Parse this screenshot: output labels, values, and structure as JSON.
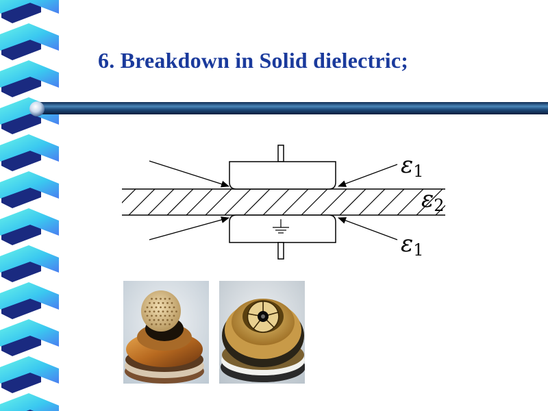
{
  "slide": {
    "title": "6. Breakdown in Solid dielectric;"
  },
  "diagram": {
    "labels": [
      {
        "symbol": "ε",
        "subscript": "1"
      },
      {
        "symbol": "ε",
        "subscript": "2"
      },
      {
        "symbol": "ε",
        "subscript": "1"
      }
    ]
  },
  "photos": [
    {
      "subject": "cable-cross-section-stranded-conductor"
    },
    {
      "subject": "cable-cross-section-segmented-conductor"
    }
  ],
  "colors": {
    "title": "#1a3a9c",
    "ribbon_light": "#40e8e0",
    "ribbon_mid": "#4aa0f0",
    "ribbon_dark": "#1a2a80",
    "rule": "#1e4a7a"
  }
}
